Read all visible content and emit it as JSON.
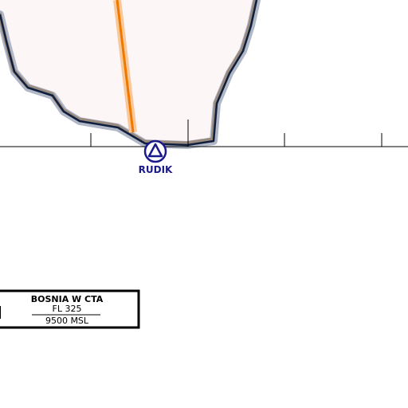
{
  "map": {
    "waypoint": {
      "name": "RUDIK",
      "symbol": "vor-triangle-icon"
    },
    "airspace_box": {
      "name": "BOSNIA W CTA",
      "upper_limit": "FL 325",
      "lower_limit": "9500 MSL"
    },
    "colors": {
      "airspace_fill": "#fdf6f6",
      "boundary_line": "#0f1e3c",
      "boundary_halo": "#b0b8c8",
      "boundary_brown": "#8a6a50",
      "route_line": "#f07800",
      "route_halo": "#f8c898",
      "waypoint": "#1a1a8c"
    }
  }
}
